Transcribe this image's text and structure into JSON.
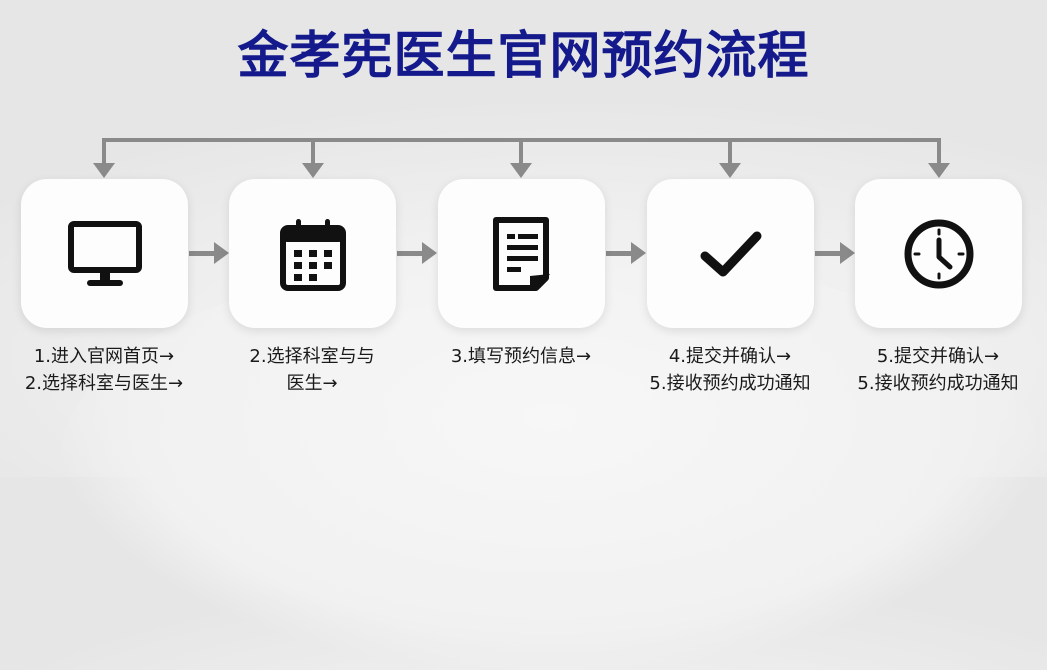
{
  "title": "金孝宪医生官网预约流程",
  "colors": {
    "title": "#141a8c",
    "connector": "#8a8a8a",
    "icon": "#111111"
  },
  "steps": [
    {
      "icon": "monitor-icon",
      "lines": [
        "1.进入官网首页→",
        "2.选择科室与医生→"
      ]
    },
    {
      "icon": "calendar-icon",
      "lines": [
        "2.选择科室与与",
        "医生→"
      ]
    },
    {
      "icon": "document-icon",
      "lines": [
        "3.填写预约信息→",
        ""
      ]
    },
    {
      "icon": "checkmark-icon",
      "lines": [
        "4.提交并确认→",
        "5.接收预约成功通知"
      ]
    },
    {
      "icon": "clock-icon",
      "lines": [
        "5.提交并确认→",
        "5.接收预约成功通知"
      ]
    }
  ]
}
